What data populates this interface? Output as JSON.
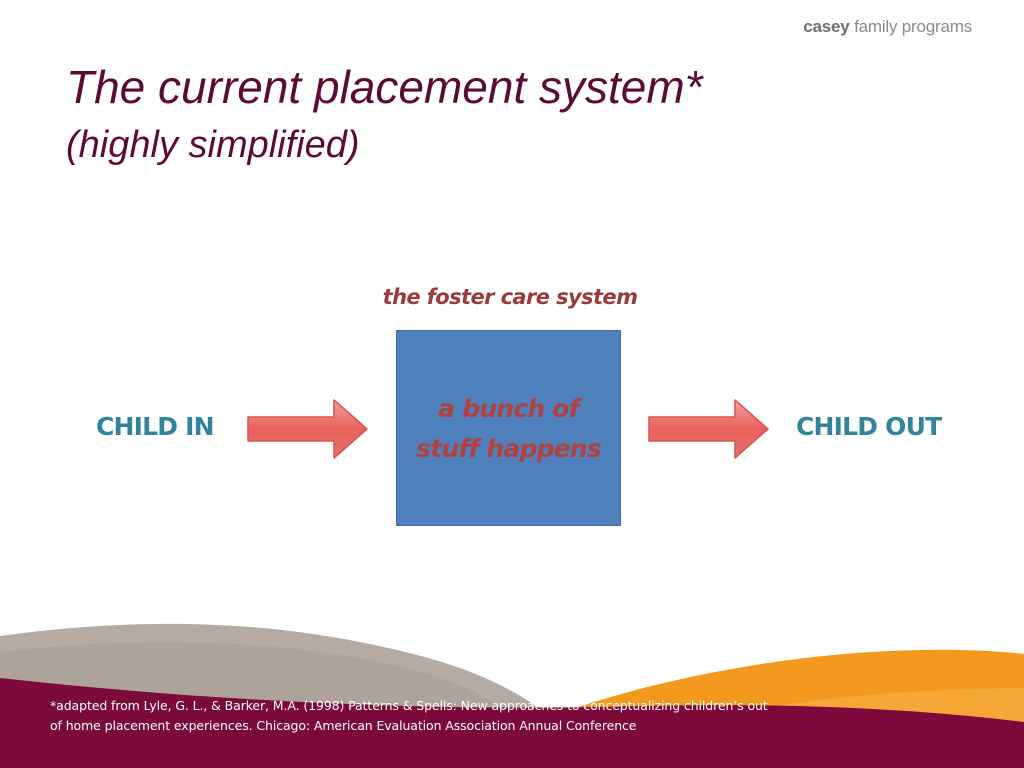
{
  "logo": {
    "brand_bold": "casey",
    "brand_rest": "family programs"
  },
  "slide": {
    "title": "The current placement system*",
    "subtitle": "(highly simplified)"
  },
  "diagram": {
    "system_label": "the foster care system",
    "box_line_1": "a bunch of",
    "box_line_2": "stuff happens",
    "input_label": "CHILD IN",
    "output_label": "CHILD OUT"
  },
  "footnote": {
    "line_1": "*adapted from Lyle, G. L., & Barker, M.A. (1998)  Patterns & Spells:  New approaches to  conceptualizing children’s out",
    "line_2": "of home placement  experiences.  Chicago: American  Evaluation Association Annual Conference"
  },
  "colors": {
    "title": "#5c0b35",
    "system_label": "#9b3b3b",
    "box_fill": "#4f81bd",
    "box_text": "#b0413e",
    "child_label": "#31849b",
    "arrow_fill": "#e8605c",
    "wave_gray": "#b5aba2",
    "wave_orange": "#f39a1e",
    "wave_maroon": "#7b0a3a"
  }
}
